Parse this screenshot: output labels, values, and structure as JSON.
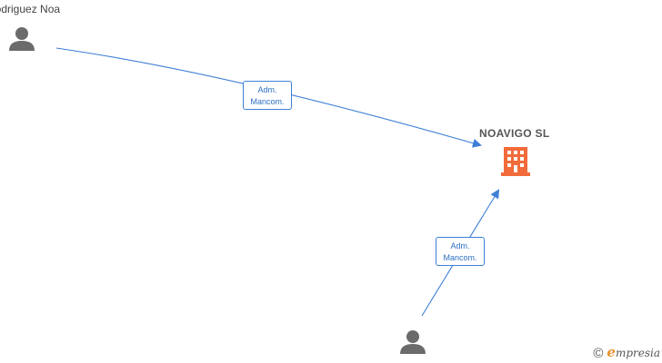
{
  "nodes": {
    "person_top": {
      "name": "Rodriguez Noa"
    },
    "company": {
      "name": "NOAVIGO SL"
    },
    "person_bottom": {
      "name": ""
    }
  },
  "edges": [
    {
      "from": "person_top",
      "to": "company",
      "label_line1": "Adm.",
      "label_line2": "Mancom."
    },
    {
      "from": "person_bottom",
      "to": "company",
      "label_line1": "Adm.",
      "label_line2": "Mancom."
    }
  ],
  "watermark": {
    "symbol": "©",
    "brand_initial": "e",
    "brand_rest": "mpresia"
  },
  "colors": {
    "edge": "#3d7fd6",
    "person_icon": "#6b6b6b",
    "company_icon": "#f26b3a"
  }
}
